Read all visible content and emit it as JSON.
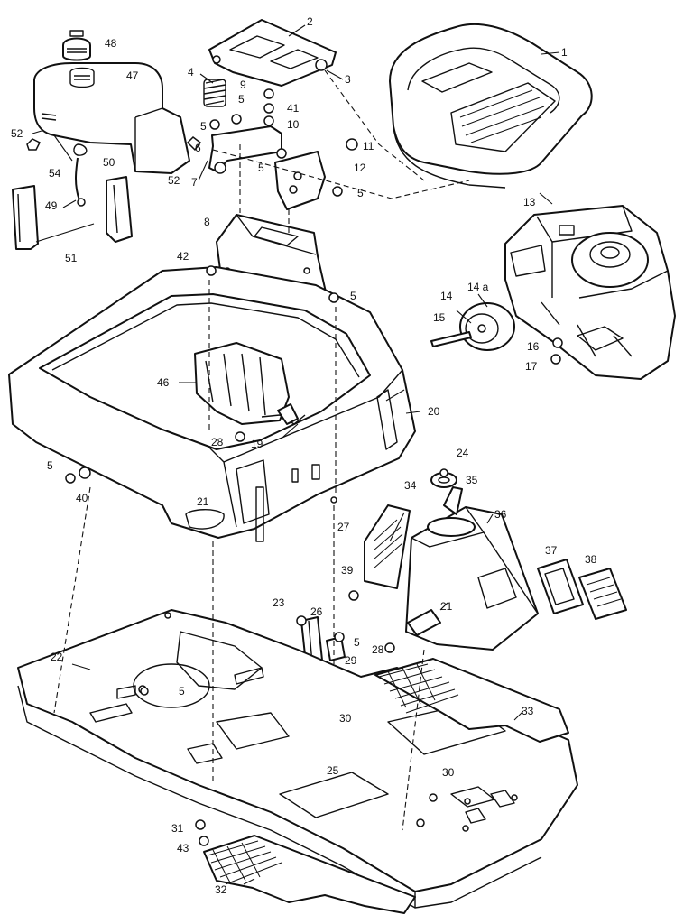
{
  "callouts": {
    "c1": "1",
    "c2": "2",
    "c3": "3",
    "c4": "4",
    "c5": "5",
    "c6": "6",
    "c7": "7",
    "c8": "8",
    "c9": "9",
    "c10": "10",
    "c11": "11",
    "c12": "12",
    "c13": "13",
    "c14": "14",
    "c14a": "14 a",
    "c15": "15",
    "c16": "16",
    "c17": "17",
    "c19": "19",
    "c20": "20",
    "c21": "21",
    "c22": "22",
    "c23": "23",
    "c24": "24",
    "c25": "25",
    "c26": "26",
    "c27": "27",
    "c28": "28",
    "c29": "29",
    "c30": "30",
    "c31": "31",
    "c32": "32",
    "c33": "33",
    "c34": "34",
    "c35": "35",
    "c36": "36",
    "c37": "37",
    "c38": "38",
    "c39": "39",
    "c40": "40",
    "c41": "41",
    "c42": "42",
    "c43": "43",
    "c46": "46",
    "c47": "47",
    "c48": "48",
    "c49": "49",
    "c50": "50",
    "c51": "51",
    "c52": "52",
    "c54": "54"
  }
}
